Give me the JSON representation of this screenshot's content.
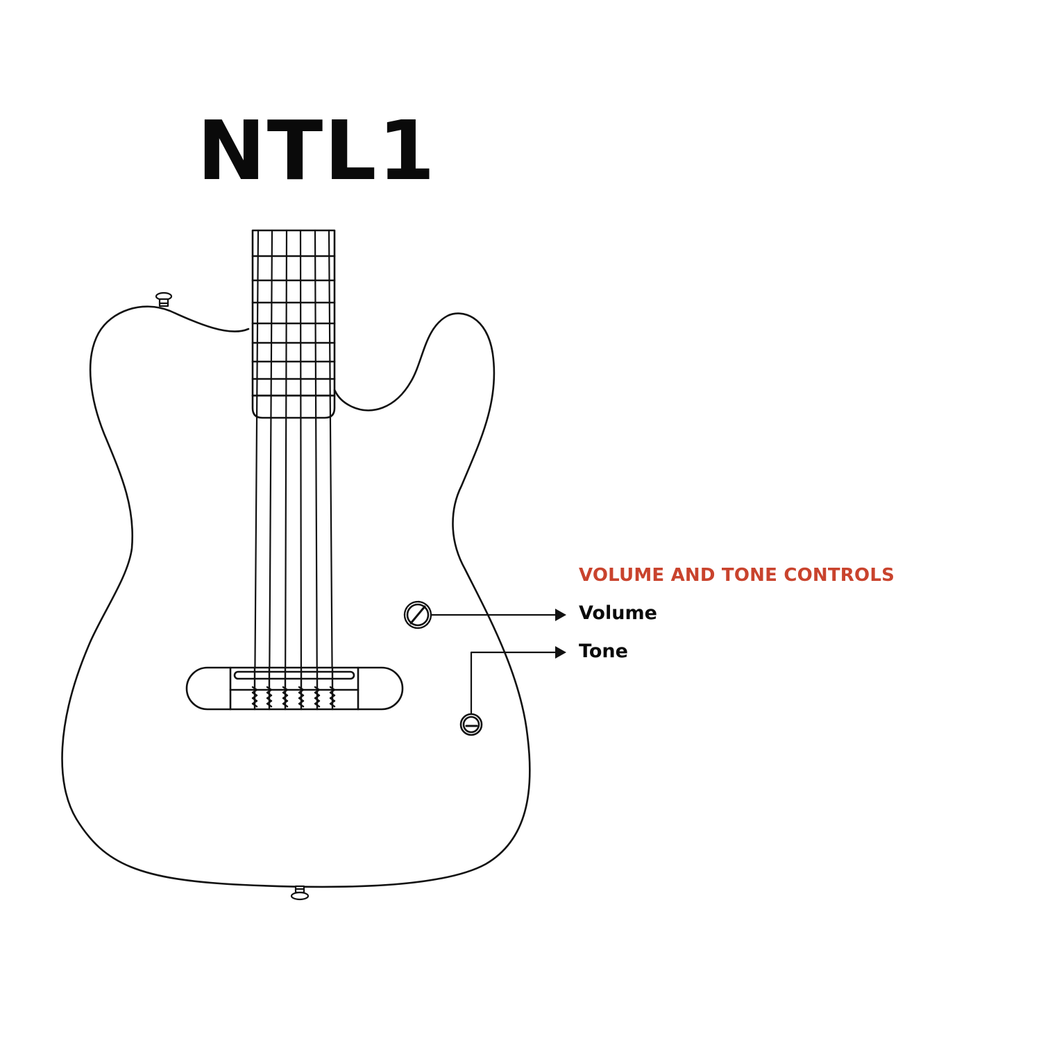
{
  "title": "NTL1",
  "controls": {
    "heading": "VOLUME AND TONE CONTROLS",
    "volume_label": "Volume",
    "tone_label": "Tone"
  },
  "colors": {
    "accent": "#c9432d",
    "text": "#0a0a0a",
    "line": "#111111",
    "background": "#ffffff"
  }
}
